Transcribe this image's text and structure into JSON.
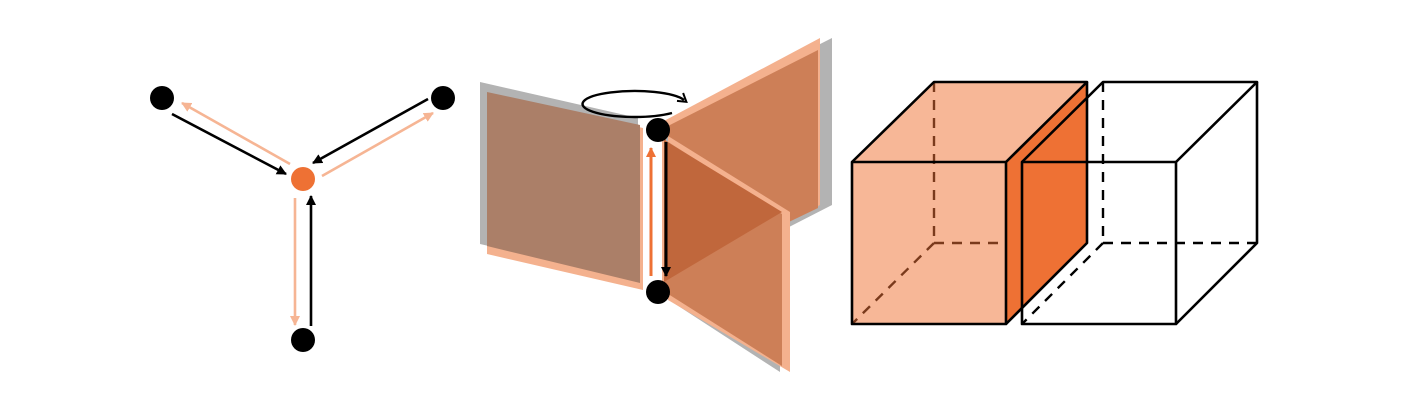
{
  "colors": {
    "background": "#ffffff",
    "node_dark": "#000000",
    "node_accent": "#ee7134",
    "arrow_dark": "#000000",
    "arrow_light": "#f6b594",
    "arrow_accent": "#ee7134",
    "plate_brown": "#ab7f68",
    "plate_shadow_grey": "#b3b3b3",
    "plate_shadow_orange": "#f4b18e",
    "wing_orange": "#cd7f57",
    "wing_overlap": "#c0673c",
    "cube_face_light": "#f7b797",
    "cube_face_dark": "#ee7134",
    "cube_hidden_edge": "#7a3a1c",
    "edge_dark": "#000000"
  },
  "panels": [
    {
      "id": "star-graph",
      "outer_nodes": 3,
      "center_node": "accent",
      "arrows_per_edge": [
        "inward-dark",
        "outward-light"
      ]
    },
    {
      "id": "hinged-plates",
      "nodes": 2,
      "rotation_indicator": "circular-arrow-icon",
      "arrows": [
        "downward-dark",
        "upward-accent"
      ]
    },
    {
      "id": "cube-pair",
      "cubes": 2,
      "shared_face": "accent"
    }
  ]
}
